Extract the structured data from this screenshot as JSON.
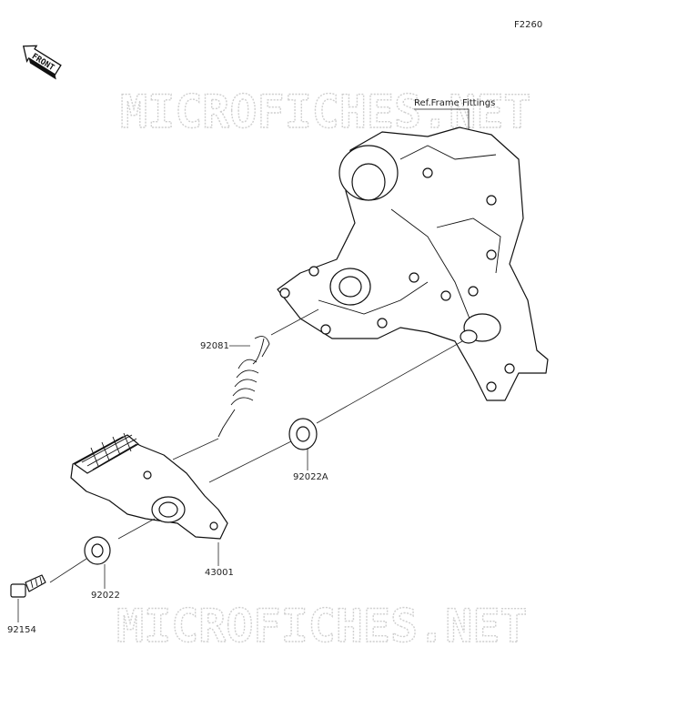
{
  "diagram": {
    "figure_code": "F2260",
    "front_arrow_label": "FRONT",
    "ref_label": "Ref.Frame Fittings",
    "watermark_top": "MICROFICHES.NET",
    "watermark_bottom": "MICROFICHES.NET",
    "parts": [
      {
        "number": "92081"
      },
      {
        "number": "92022A"
      },
      {
        "number": "43001"
      },
      {
        "number": "92022"
      },
      {
        "number": "92154"
      }
    ]
  }
}
